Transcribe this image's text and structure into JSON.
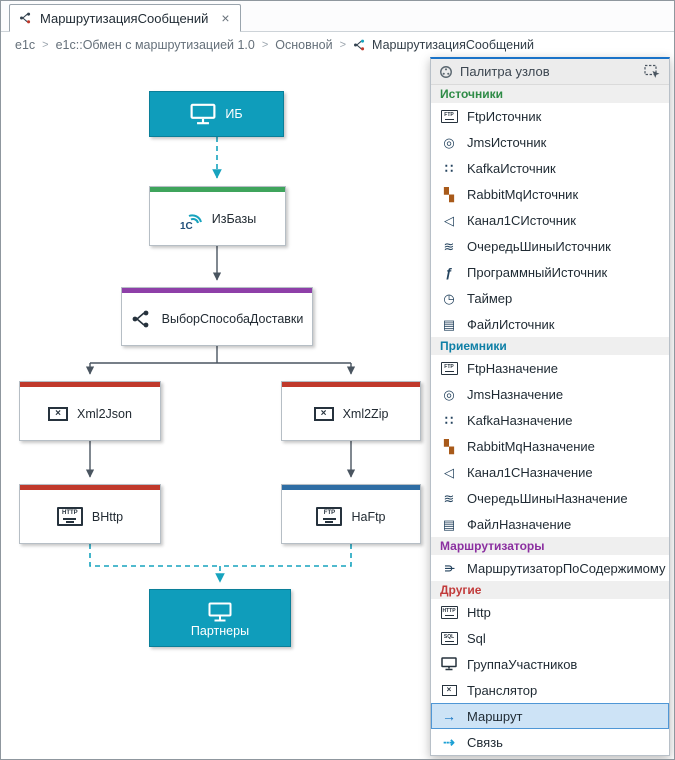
{
  "tab": {
    "title": "МаршрутизацияСообщений",
    "close_glyph": "×"
  },
  "breadcrumb": {
    "separator": ">",
    "items": [
      "e1c",
      "e1c::Обмен с маршрутизацией 1.0",
      "Основной",
      "МаршрутизацияСообщений"
    ]
  },
  "canvas": {
    "nodes": [
      {
        "label": "ИБ",
        "color": "#0f9dbb",
        "kind": "filled"
      },
      {
        "label": "ИзБазы",
        "accent": "#3fa45c"
      },
      {
        "label": "ВыборСпособаДоставки",
        "accent": "#8e3fa8"
      },
      {
        "label": "Xml2Json",
        "accent": "#c0392b"
      },
      {
        "label": "Xml2Zip",
        "accent": "#c0392b"
      },
      {
        "label": "ВHttp",
        "accent": "#c0392b"
      },
      {
        "label": "НаFtp",
        "accent": "#2e6da4"
      },
      {
        "label": "Партнеры",
        "color": "#0f9dbb",
        "kind": "filled"
      }
    ],
    "edges": [
      {
        "from": "ИБ",
        "to": "ИзБазы",
        "style": "dashed"
      },
      {
        "from": "ИзБазы",
        "to": "ВыборСпособаДоставки",
        "style": "solid"
      },
      {
        "from": "ВыборСпособаДоставки",
        "to": "Xml2Json",
        "style": "solid"
      },
      {
        "from": "ВыборСпособаДоставки",
        "to": "Xml2Zip",
        "style": "solid"
      },
      {
        "from": "Xml2Json",
        "to": "ВHttp",
        "style": "solid"
      },
      {
        "from": "Xml2Zip",
        "to": "НаFtp",
        "style": "solid"
      },
      {
        "from": "ВHttp",
        "to": "Партнеры",
        "style": "dashed"
      },
      {
        "from": "НаFtp",
        "to": "Партнеры",
        "style": "dashed"
      }
    ],
    "icon_text": {
      "http": "HTTP",
      "ftp": "FTP",
      "onec": "1С",
      "translator": "×"
    }
  },
  "palette": {
    "title": "Палитра узлов",
    "selected_item": "Маршрут",
    "sections": [
      {
        "label": "Источники",
        "color": "#2e8b46",
        "items": [
          {
            "label": "FtpИсточник",
            "icon": "FTP"
          },
          {
            "label": "JmsИсточник",
            "icon": "◎"
          },
          {
            "label": "KafkaИсточник",
            "icon": "∷"
          },
          {
            "label": "RabbitMqИсточник",
            "icon": "▚"
          },
          {
            "label": "Канал1СИсточник",
            "icon": "◁"
          },
          {
            "label": "ОчередьШиныИсточник",
            "icon": "≋"
          },
          {
            "label": "ПрограммныйИсточник",
            "icon": "ƒ"
          },
          {
            "label": "Таймер",
            "icon": "◷"
          },
          {
            "label": "ФайлИсточник",
            "icon": "▤"
          }
        ]
      },
      {
        "label": "Приемники",
        "color": "#0e7fa6",
        "items": [
          {
            "label": "FtpНазначение",
            "icon": "FTP"
          },
          {
            "label": "JmsНазначение",
            "icon": "◎"
          },
          {
            "label": "KafkaНазначение",
            "icon": "∷"
          },
          {
            "label": "RabbitMqНазначение",
            "icon": "▚"
          },
          {
            "label": "Канал1СНазначение",
            "icon": "◁"
          },
          {
            "label": "ОчередьШиныНазначение",
            "icon": "≋"
          },
          {
            "label": "ФайлНазначение",
            "icon": "▤"
          }
        ]
      },
      {
        "label": "Маршрутизаторы",
        "color": "#8b2fa0",
        "items": [
          {
            "label": "МаршрутизаторПоСодержимому",
            "icon": "⋔"
          }
        ]
      },
      {
        "label": "Другие",
        "color": "#c23b3b",
        "items": [
          {
            "label": "Http",
            "icon": "HTTP"
          },
          {
            "label": "Sql",
            "icon": "SQL"
          },
          {
            "label": "ГруппаУчастников",
            "icon": "monitor"
          },
          {
            "label": "Транслятор",
            "icon": "×"
          },
          {
            "label": "Маршрут",
            "icon": "→"
          },
          {
            "label": "Связь",
            "icon": "⇢"
          }
        ]
      }
    ]
  }
}
